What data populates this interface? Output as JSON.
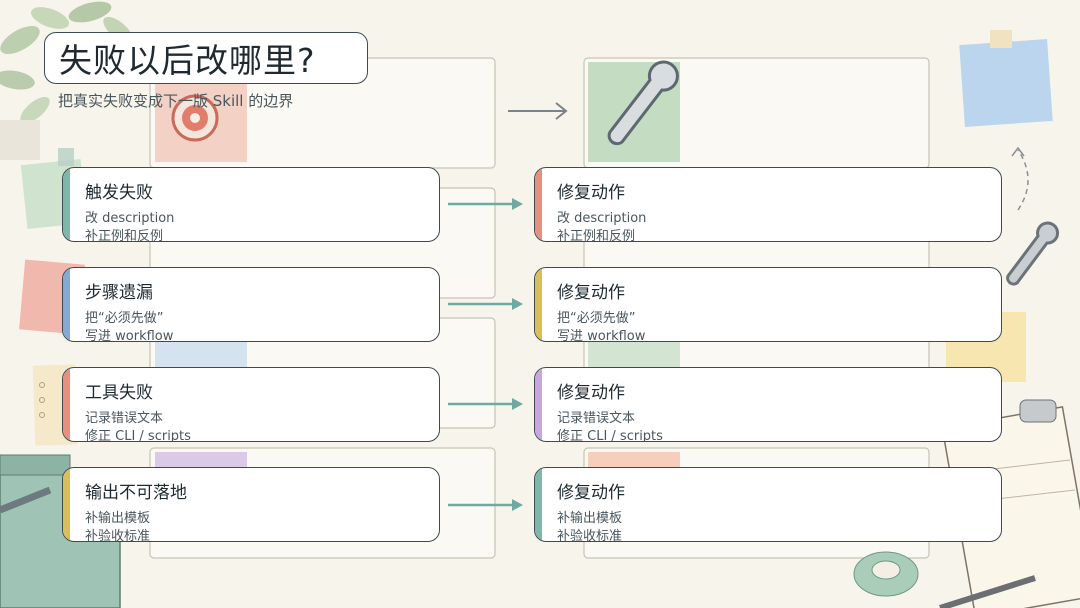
{
  "header": {
    "title": "失败以后改哪里?",
    "subtitle": "把真实失败变成下一版 Skill 的边界"
  },
  "colors": {
    "teal": "#7fb7a8",
    "blue": "#86a9d4",
    "salmon": "#e8907f",
    "mustard": "#d8bf5a",
    "lavender": "#c9a7de",
    "arrow": "#6fa9a0"
  },
  "rows": [
    {
      "left": {
        "title": "触发失败",
        "line1": "改 description",
        "line2": "补正例和反例",
        "accent": "#7fb7a8"
      },
      "right": {
        "title": "修复动作",
        "line1": "改 description",
        "line2": "补正例和反例",
        "accent": "#e8907f"
      }
    },
    {
      "left": {
        "title": "步骤遗漏",
        "line1": "把“必须先做”",
        "line2": "写进 workflow",
        "accent": "#86a9d4"
      },
      "right": {
        "title": "修复动作",
        "line1": "把“必须先做”",
        "line2": "写进 workflow",
        "accent": "#d8bf5a"
      }
    },
    {
      "left": {
        "title": "工具失败",
        "line1": "记录错误文本",
        "line2": "修正 CLI / scripts",
        "accent": "#e8907f"
      },
      "right": {
        "title": "修复动作",
        "line1": "记录错误文本",
        "line2": "修正 CLI / scripts",
        "accent": "#c9a7de"
      }
    },
    {
      "left": {
        "title": "输出不可落地",
        "line1": "补输出模板",
        "line2": "补验收标准",
        "accent": "#d8bf5a"
      },
      "right": {
        "title": "修复动作",
        "line1": "补输出模板",
        "line2": "补验收标准",
        "accent": "#7fb7a8"
      }
    }
  ]
}
